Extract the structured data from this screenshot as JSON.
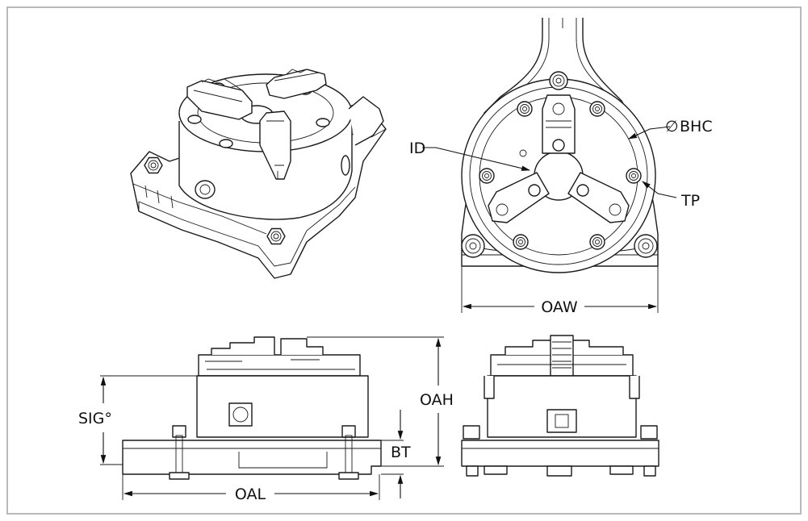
{
  "labels": {
    "bhc_symbol": "∅",
    "bhc": "BHC",
    "id": "ID",
    "tp": "TP",
    "oaw": "OAW",
    "oah": "OAH",
    "sig": "SIG°",
    "bt": "BT",
    "oal": "OAL"
  },
  "colors": {
    "frame_border": "#b9b9b9",
    "line": "#1a1a1a",
    "shade": "#d9d9d9"
  }
}
